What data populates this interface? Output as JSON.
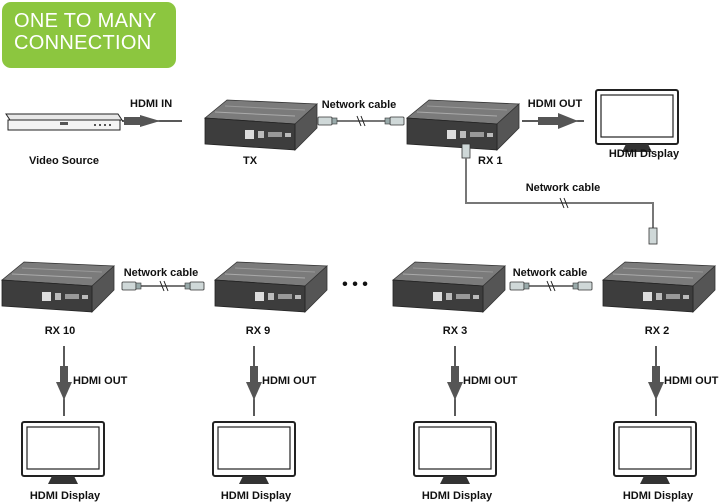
{
  "title_lines": [
    "ONE TO MANY",
    "CONNECTION"
  ],
  "labels": {
    "video_source": "Video Source",
    "hdmi_in": "HDMI IN",
    "tx": "TX",
    "network_cable": "Network cable",
    "hdmi_out": "HDMI OUT",
    "hdmi_display": "HDMI Display",
    "rx1": "RX 1",
    "rx2": "RX 2",
    "rx3": "RX 3",
    "rx9": "RX 9",
    "rx10": "RX 10",
    "ellipsis": "• • •"
  },
  "colors": {
    "badge": "#8cc63f",
    "device_top": "#6e6e6e",
    "device_front": "#3a3a3a",
    "line": "#222222"
  }
}
